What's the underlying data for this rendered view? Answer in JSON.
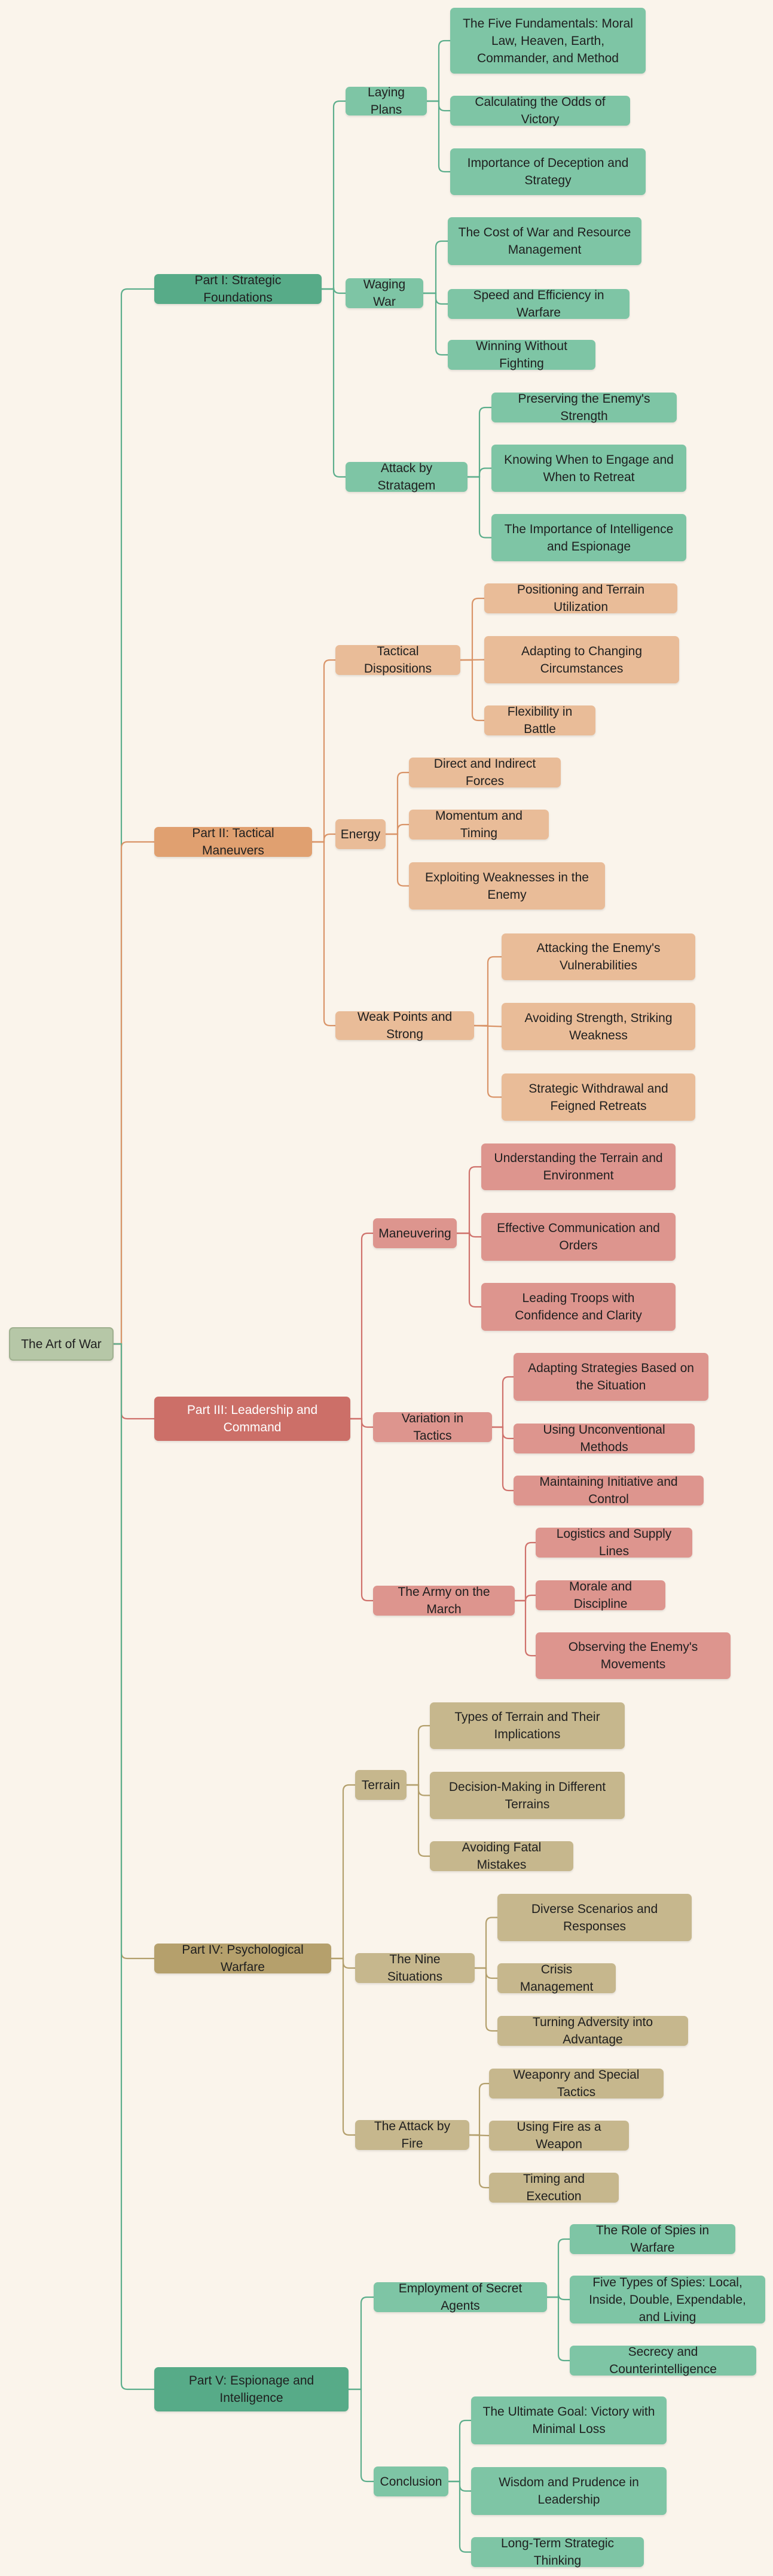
{
  "root": {
    "label": "The Art of War"
  },
  "colors": {
    "background": "#faf4eb",
    "branch_1": "#57ab88",
    "branch_2": "#e0a070",
    "branch_3": "#cc6f68",
    "branch_4": "#b5a06c",
    "branch_5": "#57ab88",
    "line_green": "#5cae8c",
    "line_orange": "#d99468",
    "line_red": "#cf716b",
    "line_olive": "#b39f6c"
  },
  "branches": [
    {
      "label": "Part I: Strategic Foundations",
      "children": [
        {
          "label": "Laying Plans",
          "children": [
            {
              "label": "The Five Fundamentals: Moral Law, Heaven, Earth, Commander, and Method"
            },
            {
              "label": "Calculating the Odds of Victory"
            },
            {
              "label": "Importance of Deception and Strategy"
            }
          ]
        },
        {
          "label": "Waging War",
          "children": [
            {
              "label": "The Cost of War and Resource Management"
            },
            {
              "label": "Speed and Efficiency in Warfare"
            },
            {
              "label": "Winning Without Fighting"
            }
          ]
        },
        {
          "label": "Attack by Stratagem",
          "children": [
            {
              "label": "Preserving the Enemy's Strength"
            },
            {
              "label": "Knowing When to Engage and When to Retreat"
            },
            {
              "label": "The Importance of Intelligence and Espionage"
            }
          ]
        }
      ]
    },
    {
      "label": "Part II: Tactical Maneuvers",
      "children": [
        {
          "label": "Tactical Dispositions",
          "children": [
            {
              "label": "Positioning and Terrain Utilization"
            },
            {
              "label": "Adapting to Changing Circumstances"
            },
            {
              "label": "Flexibility in Battle"
            }
          ]
        },
        {
          "label": "Energy",
          "children": [
            {
              "label": "Direct and Indirect Forces"
            },
            {
              "label": "Momentum and Timing"
            },
            {
              "label": "Exploiting Weaknesses in the Enemy"
            }
          ]
        },
        {
          "label": "Weak Points and Strong",
          "children": [
            {
              "label": "Attacking the Enemy's Vulnerabilities"
            },
            {
              "label": "Avoiding Strength, Striking Weakness"
            },
            {
              "label": "Strategic Withdrawal and Feigned Retreats"
            }
          ]
        }
      ]
    },
    {
      "label": "Part III: Leadership and Command",
      "children": [
        {
          "label": "Maneuvering",
          "children": [
            {
              "label": "Understanding the Terrain and Environment"
            },
            {
              "label": "Effective Communication and Orders"
            },
            {
              "label": "Leading Troops with Confidence and Clarity"
            }
          ]
        },
        {
          "label": "Variation in Tactics",
          "children": [
            {
              "label": "Adapting Strategies Based on the Situation"
            },
            {
              "label": "Using Unconventional Methods"
            },
            {
              "label": "Maintaining Initiative and Control"
            }
          ]
        },
        {
          "label": "The Army on the March",
          "children": [
            {
              "label": "Logistics and Supply Lines"
            },
            {
              "label": "Morale and Discipline"
            },
            {
              "label": "Observing the Enemy's Movements"
            }
          ]
        }
      ]
    },
    {
      "label": "Part IV: Psychological Warfare",
      "children": [
        {
          "label": "Terrain",
          "children": [
            {
              "label": "Types of Terrain and Their Implications"
            },
            {
              "label": "Decision-Making in Different Terrains"
            },
            {
              "label": "Avoiding Fatal Mistakes"
            }
          ]
        },
        {
          "label": "The Nine Situations",
          "children": [
            {
              "label": "Diverse Scenarios and Responses"
            },
            {
              "label": "Crisis Management"
            },
            {
              "label": "Turning Adversity into Advantage"
            }
          ]
        },
        {
          "label": "The Attack by Fire",
          "children": [
            {
              "label": "Weaponry and Special Tactics"
            },
            {
              "label": "Using Fire as a Weapon"
            },
            {
              "label": "Timing and Execution"
            }
          ]
        }
      ]
    },
    {
      "label": "Part V: Espionage and Intelligence",
      "children": [
        {
          "label": "Employment of Secret Agents",
          "children": [
            {
              "label": "The Role of Spies in Warfare"
            },
            {
              "label": "Five Types of Spies: Local, Inside, Double, Expendable, and Living"
            },
            {
              "label": "Secrecy and Counterintelligence"
            }
          ]
        },
        {
          "label": "Conclusion",
          "children": [
            {
              "label": "The Ultimate Goal: Victory with Minimal Loss"
            },
            {
              "label": "Wisdom and Prudence in Leadership"
            },
            {
              "label": "Long-Term Strategic Thinking"
            }
          ]
        }
      ]
    }
  ]
}
